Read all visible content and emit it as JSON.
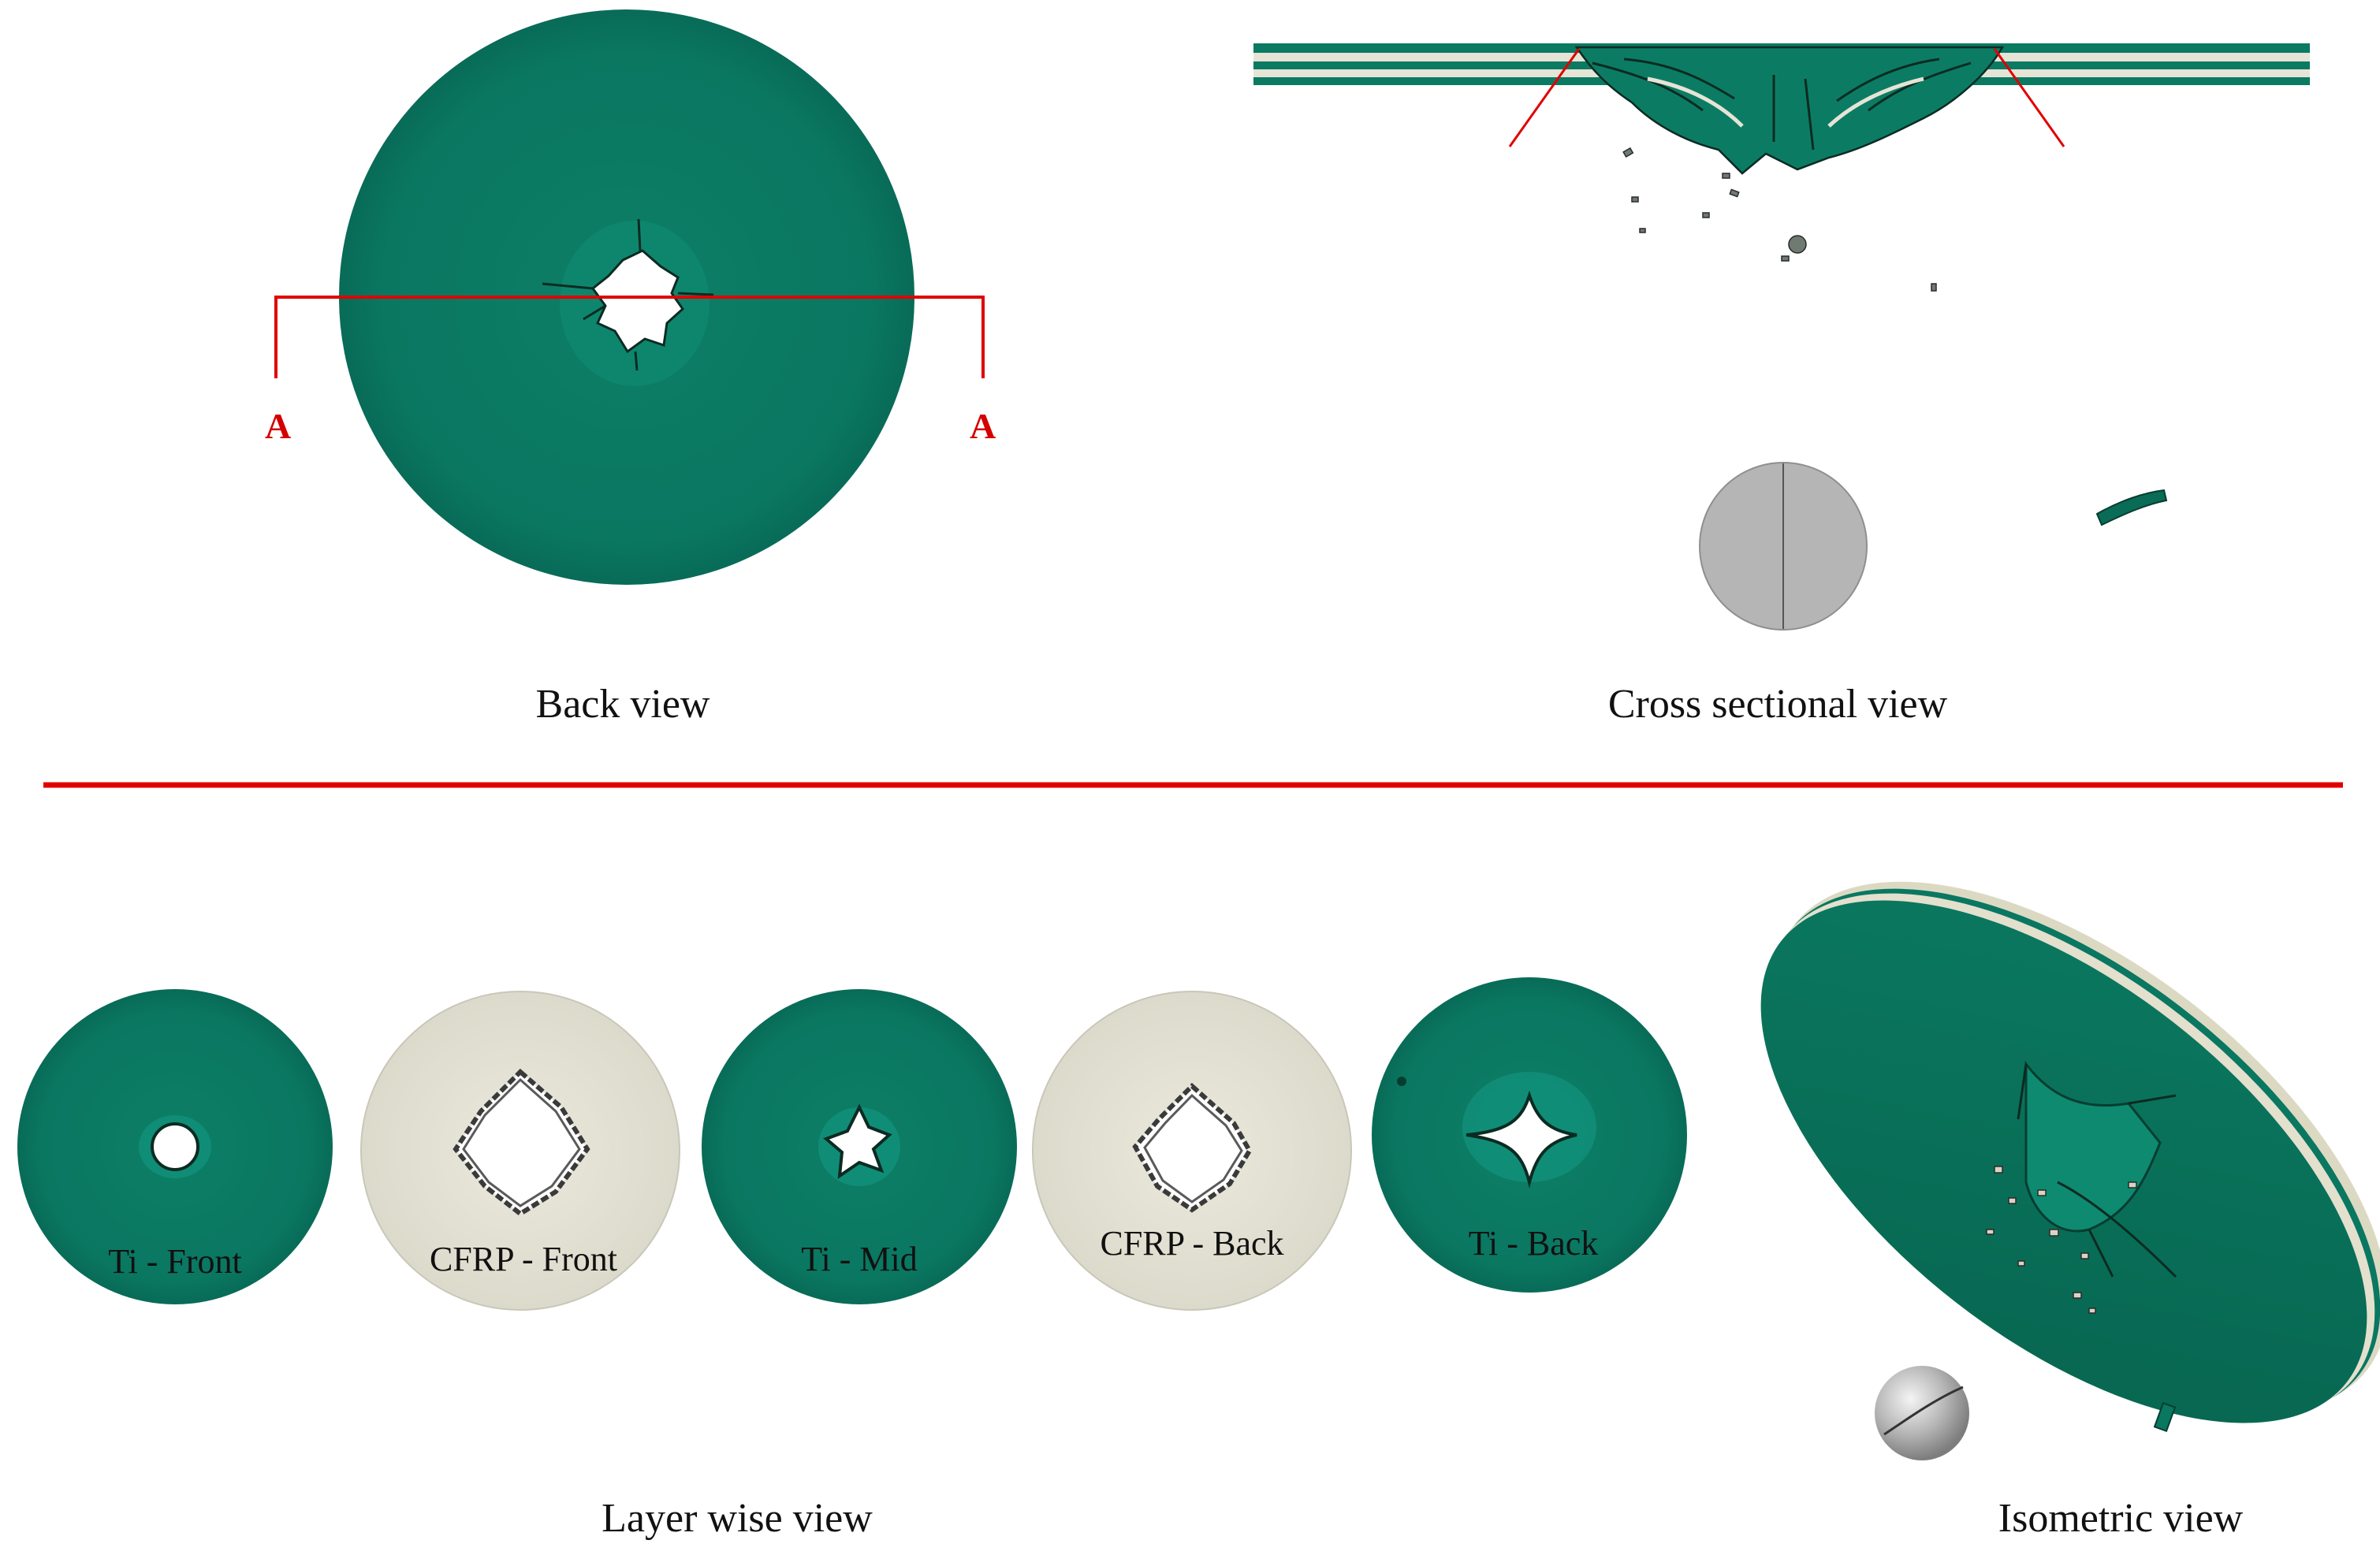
{
  "captions": {
    "back_view": "Back view",
    "cross_sectional_view": "Cross sectional view",
    "layer_wise_view": "Layer wise view",
    "isometric_view": "Isometric view"
  },
  "section_marker": {
    "left": "A",
    "right": "A"
  },
  "layers": [
    {
      "label": "Ti - Front",
      "material": "titanium"
    },
    {
      "label": "CFRP - Front",
      "material": "cfrp"
    },
    {
      "label": "Ti - Mid",
      "material": "titanium"
    },
    {
      "label": "CFRP - Back",
      "material": "cfrp"
    },
    {
      "label": "Ti - Back",
      "material": "titanium"
    }
  ],
  "colors": {
    "titanium": "#0a7a62",
    "cfrp": "#e6e4d6",
    "projectile": "#b5b5b5",
    "section_line": "#e00000"
  }
}
